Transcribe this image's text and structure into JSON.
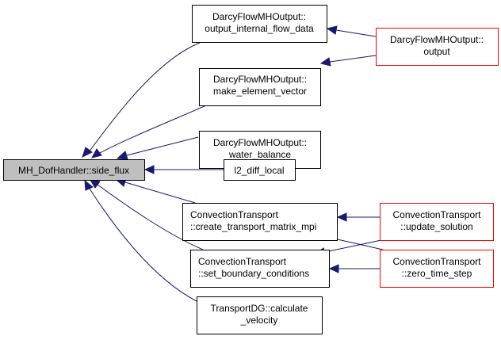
{
  "colors": {
    "edge": "#191970",
    "root_fill": "#bfbfbf",
    "external_border": "#ff0000"
  },
  "nodes": {
    "side_flux": {
      "line1": "MH_DofHandler::side_flux"
    },
    "output_internal_flow_data": {
      "line1": "DarcyFlowMHOutput::",
      "line2": "output_internal_flow_data"
    },
    "make_element_vector": {
      "line1": "DarcyFlowMHOutput::",
      "line2": "make_element_vector"
    },
    "water_balance": {
      "line1": "DarcyFlowMHOutput::",
      "line2": "water_balance"
    },
    "l2_diff_local": {
      "line1": "l2_diff_local"
    },
    "create_transport_matrix_mpi": {
      "line1": "ConvectionTransport",
      "line2": "::create_transport_matrix_mpi"
    },
    "set_boundary_conditions": {
      "line1": "ConvectionTransport",
      "line2": "::set_boundary_conditions"
    },
    "calculate_velocity": {
      "line1": "TransportDG::calculate",
      "line2": "_velocity"
    },
    "output": {
      "line1": "DarcyFlowMHOutput::",
      "line2": "output"
    },
    "update_solution": {
      "line1": "ConvectionTransport",
      "line2": "::update_solution"
    },
    "zero_time_step": {
      "line1": "ConvectionTransport",
      "line2": "::zero_time_step"
    }
  }
}
